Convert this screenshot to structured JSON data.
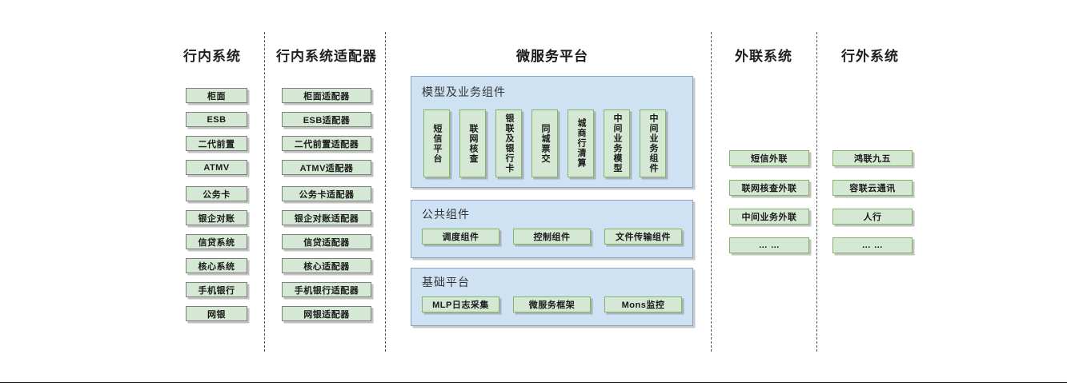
{
  "diagram": {
    "title_microservice_platform": "微服务平台",
    "columns": [
      {
        "key": "inbank",
        "header": "行内系统",
        "items": [
          "柜面",
          "ESB",
          "二代前置",
          "ATMV",
          "公务卡",
          "银企对账",
          "信贷系统",
          "核心系统",
          "手机银行",
          "网银"
        ]
      },
      {
        "key": "inbank_adapter",
        "header": "行内系统适配器",
        "items": [
          "柜面适配器",
          "ESB适配器",
          "二代前置适配器",
          "ATMV适配器",
          "公务卡适配器",
          "银企对账适配器",
          "信贷适配器",
          "核心适配器",
          "手机银行适配器",
          "网银适配器"
        ]
      },
      {
        "key": "external_link",
        "header": "外联系统",
        "items": [
          "短信外联",
          "联网核查外联",
          "中间业务外联",
          "… …"
        ]
      },
      {
        "key": "outside_bank",
        "header": "行外系统",
        "items": [
          "鸿联九五",
          "容联云通讯",
          "人行",
          "… …"
        ]
      }
    ],
    "platform": {
      "groups": [
        {
          "key": "model_business",
          "title": "模型及业务组件",
          "orientation": "vertical",
          "items": [
            "短信平台",
            "联网核查",
            "银联及银行卡",
            "同城票交",
            "城商行清算",
            "中间业务模型",
            "中间业务组件"
          ]
        },
        {
          "key": "public_components",
          "title": "公共组件",
          "orientation": "horizontal",
          "items": [
            "调度组件",
            "控制组件",
            "文件传输组件"
          ]
        },
        {
          "key": "base_platform",
          "title": "基础平台",
          "orientation": "horizontal",
          "items": [
            "MLP日志采集",
            "微服务框架",
            "Mons监控"
          ]
        }
      ]
    },
    "colors": {
      "node_fill": "#d5e8d4",
      "node_border": "#82b366",
      "panel_fill": "#cfe2f3",
      "panel_border": "#8aa5bf",
      "divider": "#555555",
      "text": "#1a1a1a"
    }
  }
}
